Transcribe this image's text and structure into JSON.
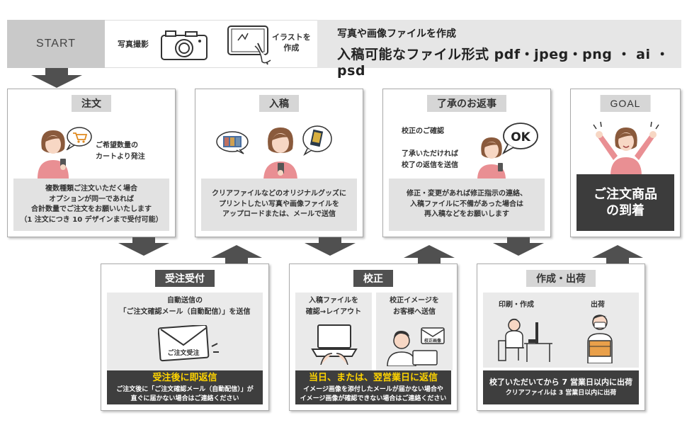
{
  "top": {
    "start": "START",
    "photo_label": "写真撮影",
    "illust_label_1": "イラストを",
    "illust_label_2": "作成",
    "title1": "写真や画像ファイルを作成",
    "title2": "入稿可能なファイル形式 pdf・jpeg・png ・ ai ・ psd"
  },
  "steps": {
    "order": {
      "label": "注文",
      "bubble_1": "ご希望数量の",
      "bubble_2": "カートより発注",
      "foot": [
        "複数種類ご注文いただく場合",
        "オプションが同一であれば",
        "合計数量でご注文をお願いいたします",
        "（1 注文につき 10 デザインまで受付可能）"
      ]
    },
    "submit": {
      "label": "入稿",
      "foot": [
        "クリアファイルなどのオリジナルグッズに",
        "プリントしたい写真や画像ファイルを",
        "アップロードまたは、メールで送信"
      ]
    },
    "reply": {
      "label": "了承のお返事",
      "line1": "校正のご確認",
      "line2": "了承いただければ",
      "line3": "校了の返信を送信",
      "ok": "OK",
      "foot": [
        "修正・変更があれば修正指示の連絡、",
        "入稿ファイルに不備があった場合は",
        "再入稿などをお願いします"
      ]
    },
    "goal": {
      "label": "GOAL",
      "banner_1": "ご注文商品",
      "banner_2": "の到着"
    },
    "accept": {
      "label": "受注受付",
      "line1": "自動送信の",
      "line2": "「ご注文確認メール（自動配信）」を送信",
      "envelope": "ご注文受注",
      "highlight": "受注後に即返信",
      "sub": [
        "ご注文後に「ご注文確認メール（自動配信）」が",
        "直ぐに届かない場合はご連絡ください"
      ]
    },
    "proof": {
      "label": "校正",
      "left_1": "入稿ファイルを",
      "left_2": "確認→レイアウト",
      "right_1": "校正イメージを",
      "right_2": "お客様へ送信",
      "envelope": "校正画像",
      "highlight": "当日、または、翌営業日に返信",
      "sub": [
        "イメージ画像を添付したメールが届かない場合や",
        "イメージ画像が確認できない場合はご連絡ください"
      ]
    },
    "ship": {
      "label": "作成・出荷",
      "left": "印刷・作成",
      "right": "出荷",
      "foot_1": "校了いただいてから 7 営業日以内に出荷",
      "foot_2": "クリアファイルは 3 営業日以内に出荷"
    }
  },
  "colors": {
    "band": "#e6e6e6",
    "start": "#c9c9c9",
    "arrow": "#505050",
    "label": "#d6d6d6",
    "dark": "#3e3e3e",
    "highlight": "#ffd400",
    "skin": "#f7d7c4",
    "hair": "#8a5a3c",
    "shirt": "#e98f93"
  }
}
